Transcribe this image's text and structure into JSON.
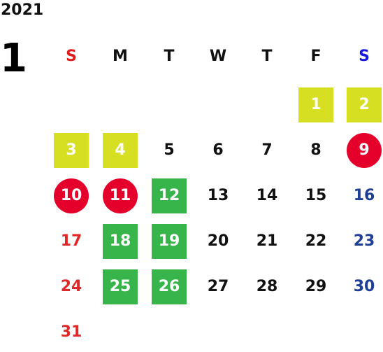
{
  "year": "2021",
  "month": "1",
  "weekdays": [
    {
      "label": "S",
      "color": "#e01c1c"
    },
    {
      "label": "M",
      "color": "#111111"
    },
    {
      "label": "T",
      "color": "#111111"
    },
    {
      "label": "W",
      "color": "#111111"
    },
    {
      "label": "T",
      "color": "#111111"
    },
    {
      "label": "F",
      "color": "#111111"
    },
    {
      "label": "S",
      "color": "#1a1adc"
    }
  ],
  "colors": {
    "sunday": "#e02828",
    "saturday": "#1f3f96",
    "weekday": "#111111",
    "holiday_highlight": "#d6df22",
    "business_highlight": "#38b54a",
    "public_holiday_circle": "#e4002b"
  },
  "days": [
    {
      "day": "1",
      "highlight": "holiday_highlight"
    },
    {
      "day": "2",
      "highlight": "holiday_highlight"
    },
    {
      "day": "3",
      "highlight": "holiday_highlight"
    },
    {
      "day": "4",
      "highlight": "holiday_highlight"
    },
    {
      "day": "5",
      "highlight": ""
    },
    {
      "day": "6",
      "highlight": ""
    },
    {
      "day": "7",
      "highlight": ""
    },
    {
      "day": "8",
      "highlight": ""
    },
    {
      "day": "9",
      "highlight": "public_holiday_circle"
    },
    {
      "day": "10",
      "highlight": "public_holiday_circle"
    },
    {
      "day": "11",
      "highlight": "public_holiday_circle"
    },
    {
      "day": "12",
      "highlight": "business_highlight"
    },
    {
      "day": "13",
      "highlight": ""
    },
    {
      "day": "14",
      "highlight": ""
    },
    {
      "day": "15",
      "highlight": ""
    },
    {
      "day": "16",
      "highlight": ""
    },
    {
      "day": "17",
      "highlight": ""
    },
    {
      "day": "18",
      "highlight": "business_highlight"
    },
    {
      "day": "19",
      "highlight": "business_highlight"
    },
    {
      "day": "20",
      "highlight": ""
    },
    {
      "day": "21",
      "highlight": ""
    },
    {
      "day": "22",
      "highlight": ""
    },
    {
      "day": "23",
      "highlight": ""
    },
    {
      "day": "24",
      "highlight": ""
    },
    {
      "day": "25",
      "highlight": "business_highlight"
    },
    {
      "day": "26",
      "highlight": "business_highlight"
    },
    {
      "day": "27",
      "highlight": ""
    },
    {
      "day": "28",
      "highlight": ""
    },
    {
      "day": "29",
      "highlight": ""
    },
    {
      "day": "30",
      "highlight": ""
    },
    {
      "day": "31",
      "highlight": ""
    }
  ]
}
